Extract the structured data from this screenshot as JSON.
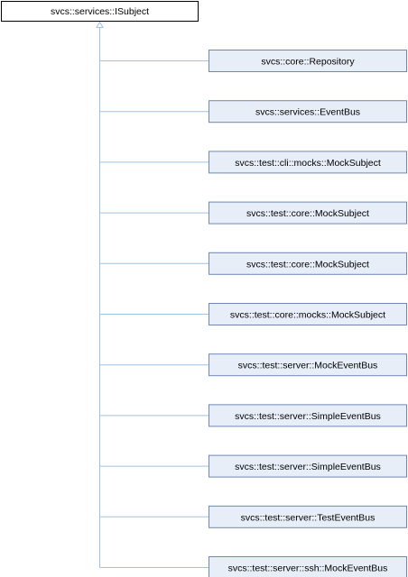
{
  "diagram": {
    "base_class": {
      "label": "svcs::services::ISubject"
    },
    "derived_classes": [
      {
        "label": "svcs::core::Repository"
      },
      {
        "label": "svcs::services::EventBus"
      },
      {
        "label": "svcs::test::cli::mocks::MockSubject"
      },
      {
        "label": "svcs::test::core::MockSubject"
      },
      {
        "label": "svcs::test::core::MockSubject"
      },
      {
        "label": "svcs::test::core::mocks::MockSubject"
      },
      {
        "label": "svcs::test::server::MockEventBus"
      },
      {
        "label": "svcs::test::server::SimpleEventBus"
      },
      {
        "label": "svcs::test::server::SimpleEventBus"
      },
      {
        "label": "svcs::test::server::TestEventBus"
      },
      {
        "label": "svcs::test::server::ssh::MockEventBus"
      }
    ],
    "colors": {
      "base_fill": "#ffffff",
      "base_border": "#000000",
      "derived_fill": "#e8eef8",
      "derived_border": "#6f87b8",
      "connector": "#9fc3e0",
      "text": "#000000"
    }
  }
}
